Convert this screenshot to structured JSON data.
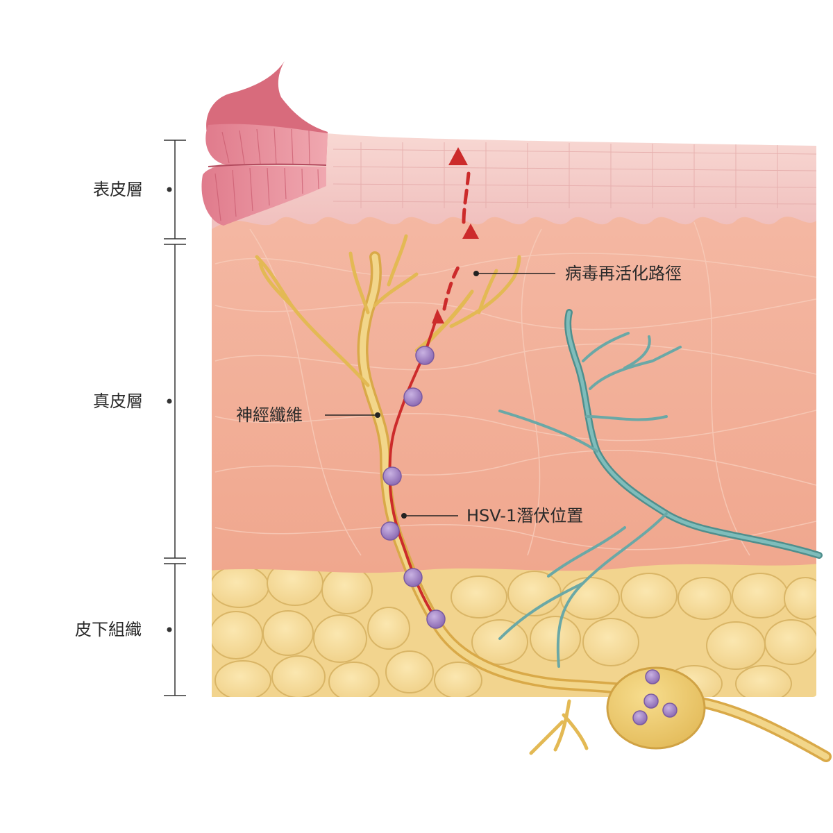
{
  "layers": {
    "epidermis": "表皮層",
    "dermis": "真皮層",
    "subcutaneous": "皮下組織"
  },
  "callouts": {
    "reactivation_path": "病毒再活化路徑",
    "nerve_fiber": "神經纖維",
    "latency_site": "HSV-1潛伏位置"
  },
  "colors": {
    "epidermis": "#f3c9c5",
    "dermis": "#f2b19a",
    "subcutaneous_fat": "#f7dc9a",
    "lip": "#e88a98",
    "nerve": "#e9c56b",
    "virus_path": "#cc2b2b",
    "virus_particle": "#9a7bbf",
    "blood_vessel": "#6aa8a6",
    "bracket": "#333333"
  },
  "virus_particles_on_fiber": 6,
  "virus_particles_in_ganglion": 4
}
